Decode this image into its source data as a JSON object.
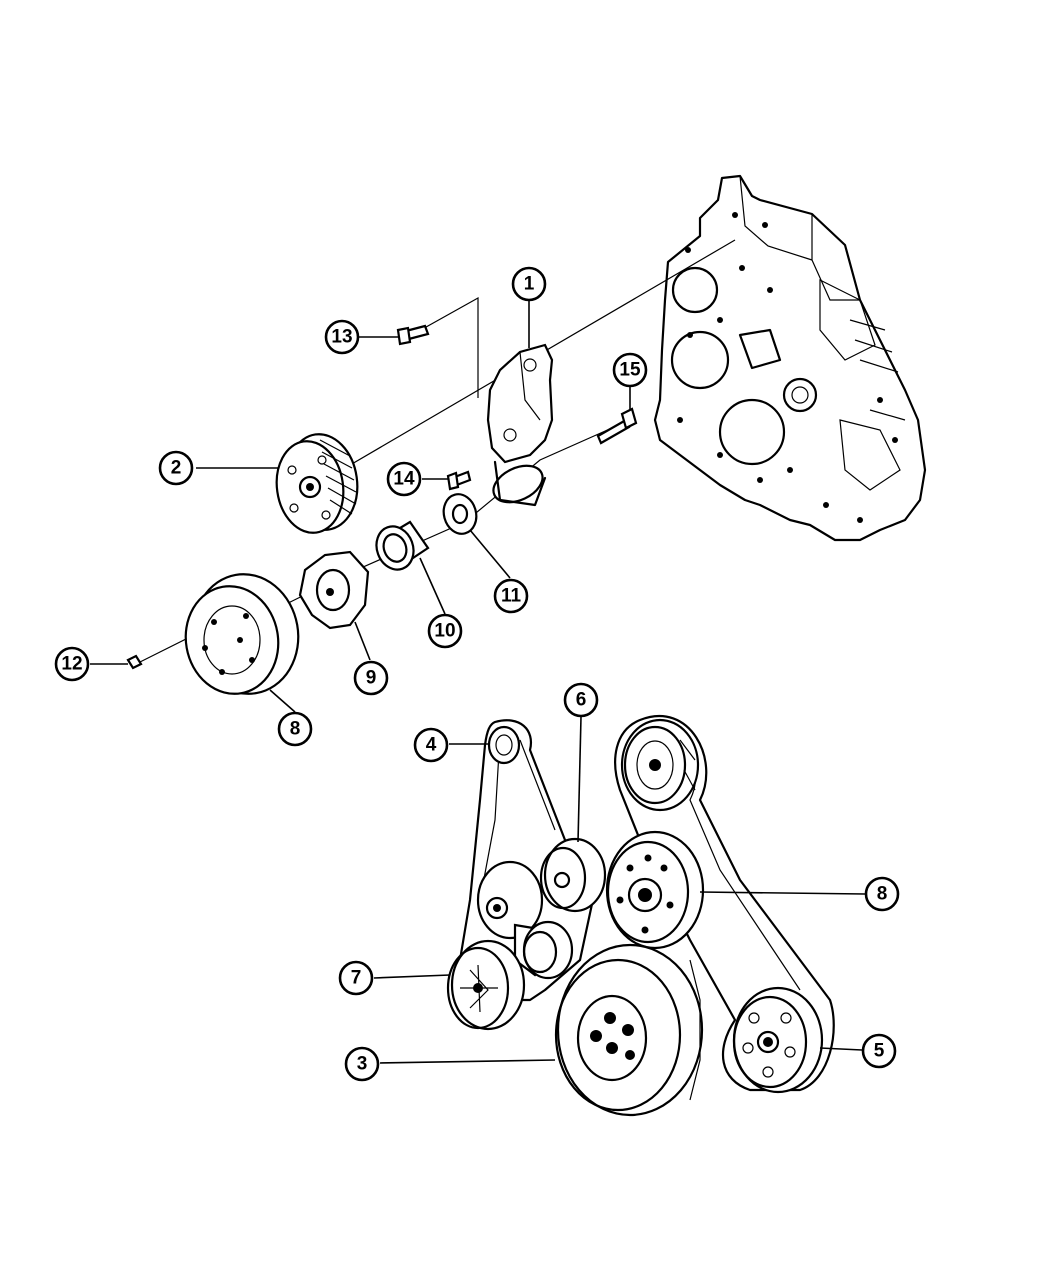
{
  "callouts": [
    {
      "id": "c1",
      "label": "1"
    },
    {
      "id": "c2",
      "label": "2"
    },
    {
      "id": "c3",
      "label": "3"
    },
    {
      "id": "c4",
      "label": "4"
    },
    {
      "id": "c5",
      "label": "5"
    },
    {
      "id": "c6",
      "label": "6"
    },
    {
      "id": "c7",
      "label": "7"
    },
    {
      "id": "c8a",
      "label": "8"
    },
    {
      "id": "c8b",
      "label": "8"
    },
    {
      "id": "c9",
      "label": "9"
    },
    {
      "id": "c10",
      "label": "10"
    },
    {
      "id": "c11",
      "label": "11"
    },
    {
      "id": "c12",
      "label": "12"
    },
    {
      "id": "c13",
      "label": "13"
    },
    {
      "id": "c14",
      "label": "14"
    },
    {
      "id": "c15",
      "label": "15"
    }
  ]
}
